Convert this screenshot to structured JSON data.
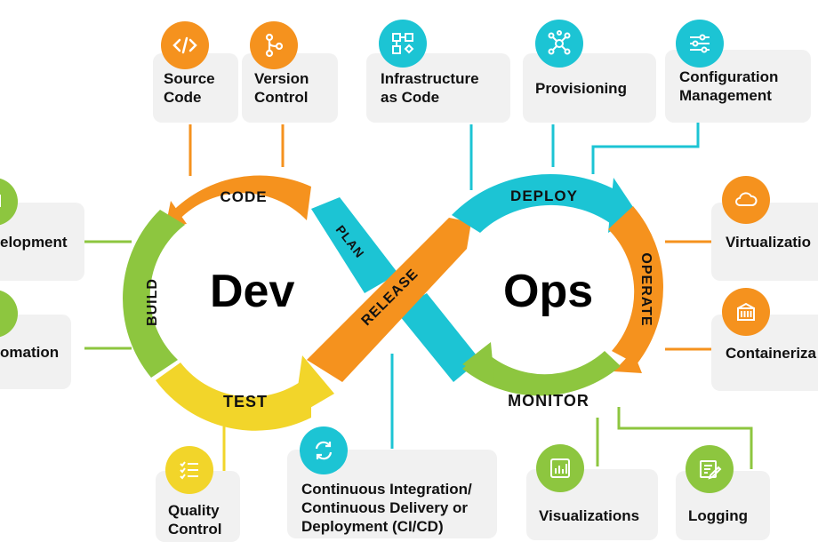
{
  "center": {
    "dev": "Dev",
    "ops": "Ops"
  },
  "phases": {
    "code": "CODE",
    "build": "BUILD",
    "test": "TEST",
    "plan": "PLAN",
    "release": "RELEASE",
    "deploy": "DEPLOY",
    "operate": "OPERATE",
    "monitor": "MONITOR"
  },
  "boxes": {
    "source_code": [
      "Source",
      "Code"
    ],
    "version_control": [
      "Version",
      "Control"
    ],
    "iac": [
      "Infrastructure",
      "as Code"
    ],
    "provisioning": [
      "Provisioning"
    ],
    "config_mgmt": [
      "Configuration",
      "Management"
    ],
    "development": [
      "elopment"
    ],
    "automation": [
      "omation"
    ],
    "virtualization": [
      "Virtualizatio"
    ],
    "containerization": [
      "Containeriza"
    ],
    "quality_control": [
      "Quality",
      "Control"
    ],
    "cicd": [
      "Continuous Integration/",
      "Continuous Delivery or",
      "Deployment (CI/CD)"
    ],
    "visualizations": [
      "Visualizations"
    ],
    "logging": [
      "Logging"
    ]
  },
  "colors": {
    "orange": "#f5921e",
    "green": "#8dc63f",
    "yellow": "#f2d52a",
    "teal": "#1cc4d4",
    "box_bg": "#f1f1f1"
  },
  "icons": {
    "source_code": "code-brackets-icon",
    "version_control": "git-branch-icon",
    "iac": "network-blocks-icon",
    "provisioning": "hub-nodes-icon",
    "config_mgmt": "sliders-icon",
    "virtualization": "cloud-icon",
    "containerization": "container-icon",
    "quality_control": "checklist-icon",
    "cicd": "refresh-cycle-icon",
    "visualizations": "bar-chart-icon",
    "logging": "log-edit-icon"
  }
}
